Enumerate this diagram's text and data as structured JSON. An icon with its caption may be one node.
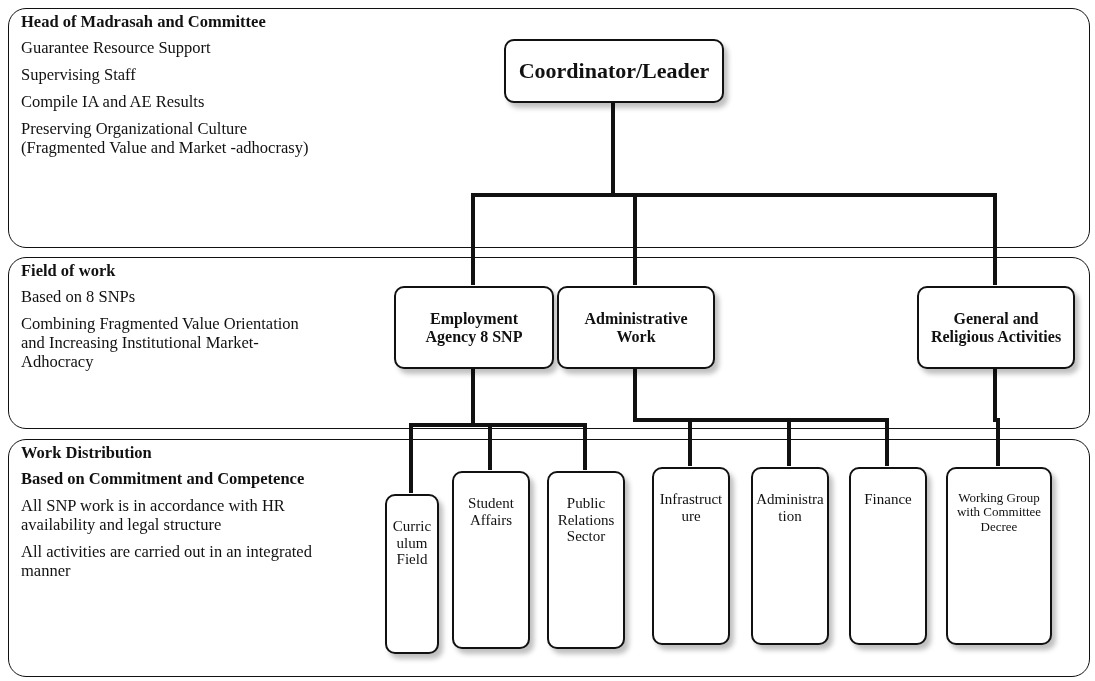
{
  "diagram": {
    "nodes": [
      {
        "text": [
          "Head of Madrasah and Committee",
          "Guarantee Resource Support",
          "Supervising Staff",
          "Compile IA and AE Results",
          "Preserving Organizational Culture (Fragmented Value and Market -adhocrasy)"
        ]
      },
      {
        "text": [
          "Coordinator/Leader"
        ],
        "in": 0
      },
      {
        "text": [
          "Field of work",
          "Based on 8 SNPs",
          "Combining Fragmented Value Orientation and Increasing Institutional Market-Adhocracy"
        ]
      },
      {
        "text": [
          "Employment Agency 8 SNP"
        ],
        "in": 2
      },
      {
        "text": [
          "Administrative Work"
        ],
        "in": 2
      },
      {
        "text": [
          "General and Religious Activities"
        ],
        "in": 2
      },
      {
        "text": [
          "Work Distribution",
          "Based on Commitment and Competence",
          "All SNP work is in accordance with HR availability and legal structure",
          "All activities are carried out in an integrated manner"
        ]
      },
      {
        "text": [
          "Curriculum Field"
        ],
        "in": 6
      },
      {
        "text": [
          "Student Affairs"
        ],
        "in": 6
      },
      {
        "text": [
          "Public Relations Sector"
        ],
        "in": 6
      },
      {
        "text": [
          "Infrastructure"
        ],
        "in": 6
      },
      {
        "text": [
          "Administration"
        ],
        "in": 6
      },
      {
        "text": [
          "Finance"
        ],
        "in": 6
      },
      {
        "text": [
          "Working Group with Committee Decree"
        ],
        "in": 6
      }
    ],
    "edges": [
      {
        "from": 1,
        "to": 3,
        "arrow": "none"
      },
      {
        "from": 1,
        "to": 4,
        "arrow": "none"
      },
      {
        "from": 1,
        "to": 5,
        "arrow": "none"
      },
      {
        "from": 3,
        "to": 7,
        "arrow": "none"
      },
      {
        "from": 3,
        "to": 8,
        "arrow": "none"
      },
      {
        "from": 3,
        "to": 9,
        "arrow": "none"
      },
      {
        "from": 4,
        "to": 10,
        "arrow": "none"
      },
      {
        "from": 4,
        "to": 11,
        "arrow": "none"
      },
      {
        "from": 4,
        "to": 12,
        "arrow": "none"
      },
      {
        "from": 5,
        "to": 13,
        "arrow": "none"
      }
    ]
  }
}
